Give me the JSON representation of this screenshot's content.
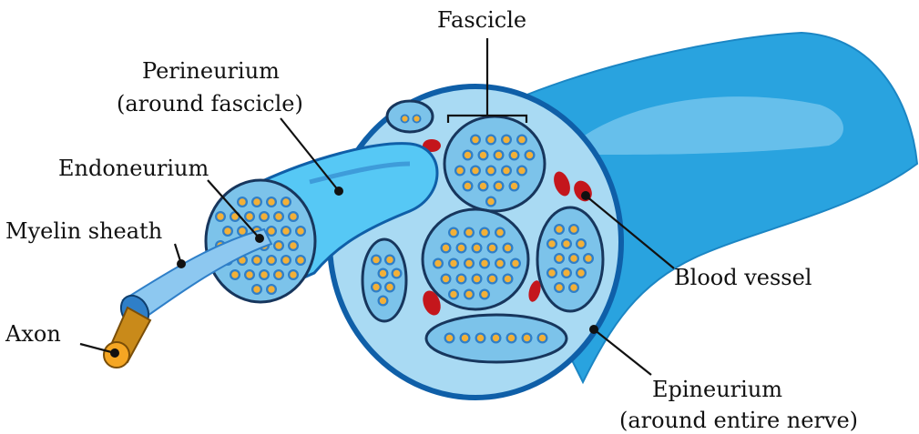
{
  "labels": {
    "fascicle": "Fascicle",
    "perineurium_line1": "Perineurium",
    "perineurium_line2": "(around fascicle)",
    "endoneurium": "Endoneurium",
    "myelin_sheath": "Myelin sheath",
    "axon": "Axon",
    "blood_vessel": "Blood vessel",
    "epineurium_line1": "Epineurium",
    "epineurium_line2": "(around entire nerve)"
  },
  "colors": {
    "nerve_body": "#29a3df",
    "nerve_body_dark": "#1b86c4",
    "cross_section_fill": "#a9daf3",
    "epineurium_ring": "#0f5fa8",
    "fascicle_fill": "#7cc3ea",
    "fascicle_outline": "#17365d",
    "fiber_fill": "#f2b038",
    "fiber_ring": "#2f7fc8",
    "blood_vessel": "#c4161c",
    "fascicle_tube": "#56c8f5",
    "myelin": "#8dc8f0",
    "axon": "#f5a623"
  }
}
